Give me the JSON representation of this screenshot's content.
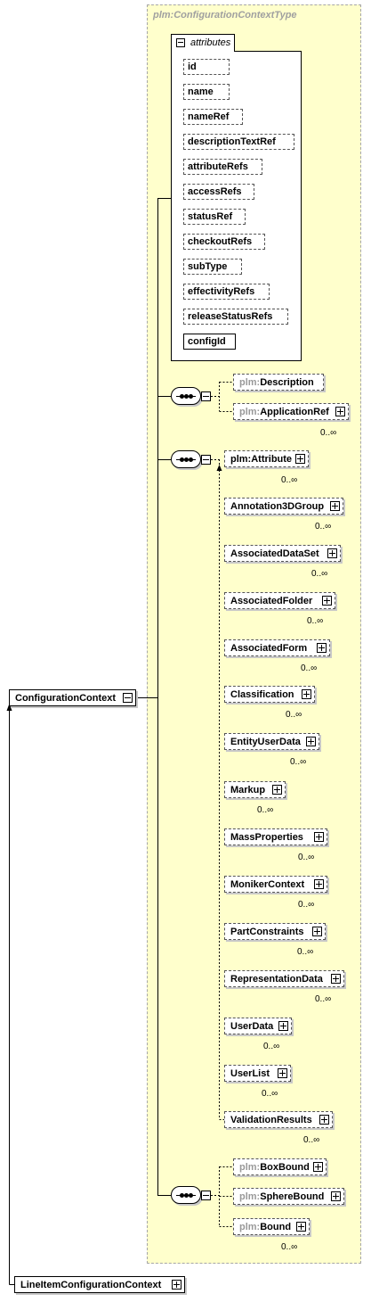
{
  "type_name": "plm:ConfigurationContextType",
  "attributes_label": "attributes",
  "attributes": [
    {
      "name": "id"
    },
    {
      "name": "name"
    },
    {
      "name": "nameRef"
    },
    {
      "name": "descriptionTextRef"
    },
    {
      "name": "attributeRefs"
    },
    {
      "name": "accessRefs"
    },
    {
      "name": "statusRef"
    },
    {
      "name": "checkoutRefs"
    },
    {
      "name": "subType"
    },
    {
      "name": "effectivityRefs"
    },
    {
      "name": "releaseStatusRefs"
    },
    {
      "name": "configId"
    }
  ],
  "seq1": [
    {
      "prefix": "plm:",
      "name": "Description"
    },
    {
      "prefix": "plm:",
      "name": "ApplicationRef",
      "card": "0..∞"
    }
  ],
  "seq2_head": {
    "name": "plm:Attribute",
    "card": "0..∞"
  },
  "seq2_substitutes": [
    {
      "name": "Annotation3DGroup",
      "card": "0..∞"
    },
    {
      "name": "AssociatedDataSet",
      "card": "0..∞"
    },
    {
      "name": "AssociatedFolder",
      "card": "0..∞"
    },
    {
      "name": "AssociatedForm",
      "card": "0..∞"
    },
    {
      "name": "Classification",
      "card": "0..∞"
    },
    {
      "name": "EntityUserData",
      "card": "0..∞"
    },
    {
      "name": "Markup",
      "card": "0..∞"
    },
    {
      "name": "MassProperties",
      "card": "0..∞"
    },
    {
      "name": "MonikerContext",
      "card": "0..∞"
    },
    {
      "name": "PartConstraints",
      "card": "0..∞"
    },
    {
      "name": "RepresentationData",
      "card": "0..∞"
    },
    {
      "name": "UserData",
      "card": "0..∞"
    },
    {
      "name": "UserList",
      "card": "0..∞"
    },
    {
      "name": "ValidationResults",
      "card": "0..∞"
    }
  ],
  "seq3": [
    {
      "prefix": "plm:",
      "name": "BoxBound"
    },
    {
      "prefix": "plm:",
      "name": "SphereBound"
    },
    {
      "prefix": "plm:",
      "name": "Bound",
      "card": "0..∞"
    }
  ],
  "root": {
    "name": "ConfigurationContext"
  },
  "derived": {
    "name": "LineItemConfigurationContext"
  }
}
